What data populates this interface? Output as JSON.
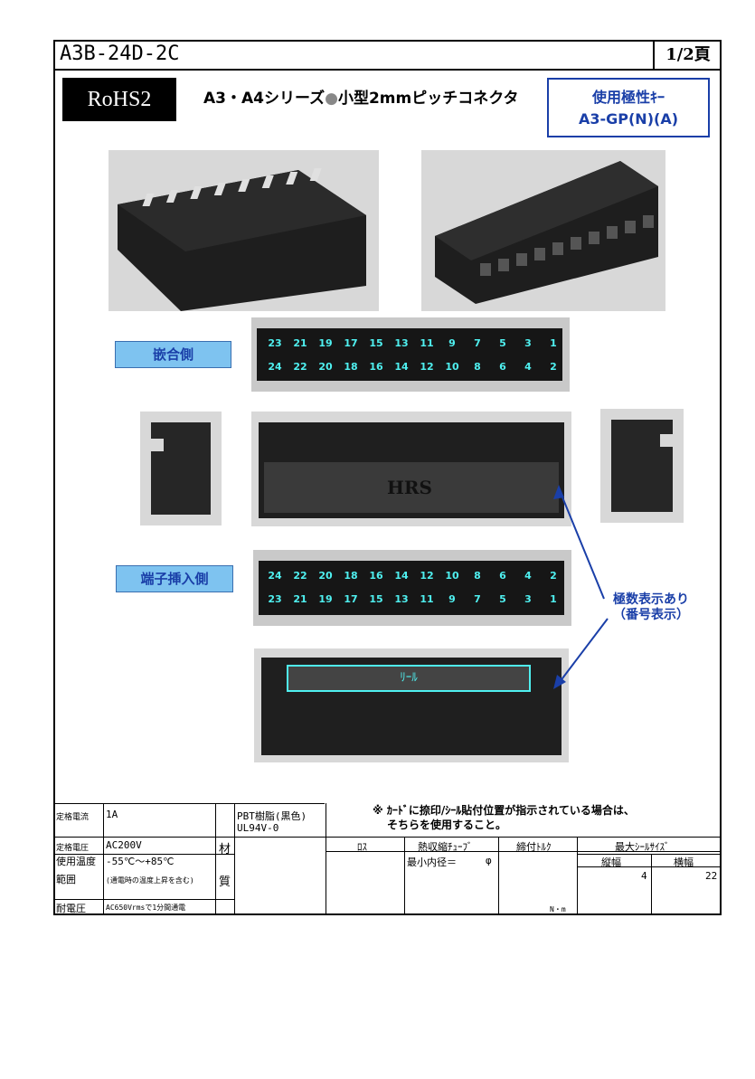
{
  "header": {
    "part_number": "A3B-24D-2C",
    "page": "1/2頁",
    "rohs": "RoHS2",
    "title_a": "A3・A4シリーズ",
    "title_b": "小型2mmピッチコネクタ",
    "key_line1": "使用極性ｷｰ",
    "key_line2": "A3-GP(N)(A)"
  },
  "labels": {
    "mating_side": "嵌合側",
    "insertion_side": "端子挿入側",
    "polarity_line1": "極数表示あり",
    "polarity_line2": "（番号表示）",
    "sticker": "ﾘｰﾙ"
  },
  "pins": {
    "mating_top": [
      "23",
      "21",
      "19",
      "17",
      "15",
      "13",
      "11",
      "9",
      "7",
      "5",
      "3",
      "1"
    ],
    "mating_bottom": [
      "24",
      "22",
      "20",
      "18",
      "16",
      "14",
      "12",
      "10",
      "8",
      "6",
      "4",
      "2"
    ],
    "insert_top": [
      "24",
      "22",
      "20",
      "18",
      "16",
      "14",
      "12",
      "10",
      "8",
      "6",
      "4",
      "2"
    ],
    "insert_bottom": [
      "23",
      "21",
      "19",
      "17",
      "15",
      "13",
      "11",
      "9",
      "7",
      "5",
      "3",
      "1"
    ]
  },
  "note": {
    "line1": "※ ｶｰﾄﾞに捺印/ｼｰﾙ貼付位置が指示されている場合は、",
    "line2": "そちらを使用すること。"
  },
  "spec": {
    "rated_current_label": "定格電流",
    "rated_current": "1A",
    "rated_voltage_label": "定格電圧",
    "rated_voltage": "AC200V",
    "temp_label_1": "使用温度",
    "temp_label_2": "範囲",
    "temp_range": "-55℃～+85℃",
    "temp_note": "(通電時の温度上昇を含む)",
    "withstand_label": "耐電圧",
    "withstand": "AC650Vrmsで1分間通電",
    "material_label_1": "材",
    "material_label_2": "質",
    "material_1": "PBT樹脂(黒色)",
    "material_2": "UL94V-0",
    "col_lot": "ﾛｽ",
    "col_tube": "熱収縮ﾁｭｰﾌﾞ",
    "col_torque": "締付ﾄﾙｸ",
    "col_seal": "最大ｼｰﾙｻｲｽﾞ",
    "tube_min": "最小内径＝",
    "tube_phi": "φ",
    "torque_unit": "N・m",
    "seal_h_label": "縦幅",
    "seal_w_label": "横幅",
    "seal_h": "4",
    "seal_w": "22"
  }
}
